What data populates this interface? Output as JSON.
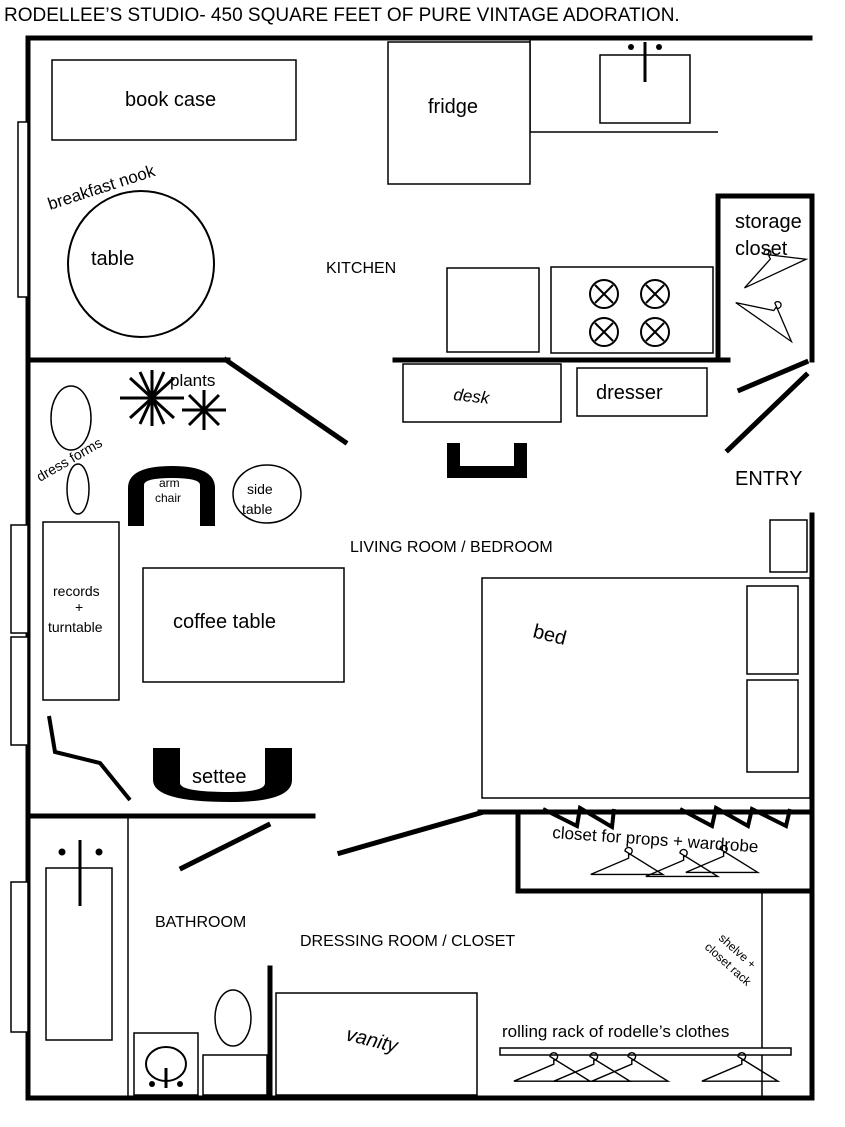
{
  "title": "RODELLEE’S STUDIO- 450 SQUARE FEET OF PURE VINTAGE ADORATION.",
  "rooms": {
    "kitchen": "KITCHEN",
    "living": "LIVING ROOM / BEDROOM",
    "bathroom": "BATHROOM",
    "dressing": "DRESSING ROOM / CLOSET",
    "entry": "ENTRY"
  },
  "furniture": {
    "book_case": "book case",
    "fridge": "fridge",
    "breakfast_nook": "breakfast nook",
    "table": "table",
    "storage_1": "storage",
    "storage_2": "closet",
    "plants": "plants",
    "desk": "desk",
    "dresser": "dresser",
    "dress_forms": "dress forms",
    "arm_1": "arm",
    "arm_2": "chair",
    "side_1": "side",
    "side_2": "table",
    "records_1": "records",
    "records_2": "+",
    "records_3": "turntable",
    "coffee_table": "coffee table",
    "bed": "bed",
    "settee": "settee",
    "closet_props": "closet for props + wardrobe",
    "shelve_1": "shelve +",
    "shelve_2": "closet rack",
    "rolling_rack": "rolling rack of rodelle’s clothes",
    "vanity": "vanity"
  }
}
